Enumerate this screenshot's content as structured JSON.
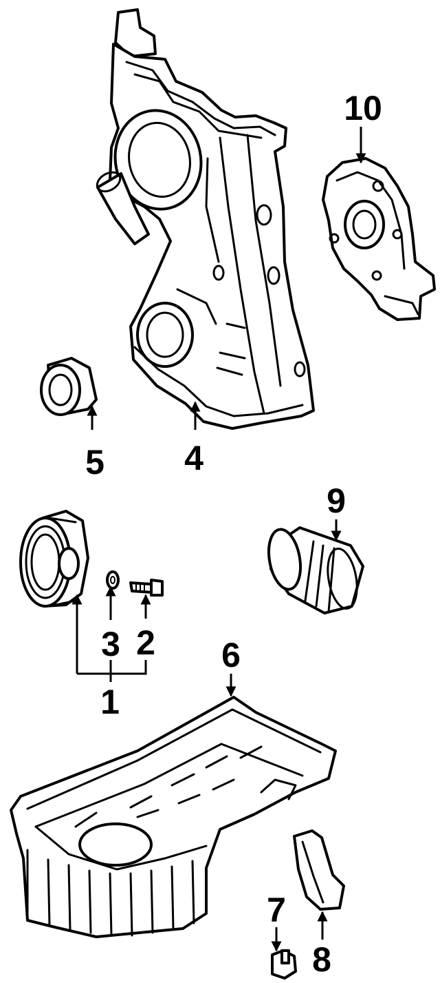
{
  "diagram": {
    "callouts": [
      {
        "id": "1",
        "label": "1",
        "part": "crankshaft pulley assembly"
      },
      {
        "id": "2",
        "label": "2",
        "part": "pulley bolt"
      },
      {
        "id": "3",
        "label": "3",
        "part": "washer"
      },
      {
        "id": "4",
        "label": "4",
        "part": "timing cover"
      },
      {
        "id": "5",
        "label": "5",
        "part": "front crankshaft seal"
      },
      {
        "id": "6",
        "label": "6",
        "part": "oil pan"
      },
      {
        "id": "7",
        "label": "7",
        "part": "drain plug"
      },
      {
        "id": "8",
        "label": "8",
        "part": "oil pump pickup"
      },
      {
        "id": "9",
        "label": "9",
        "part": "oil filter"
      },
      {
        "id": "10",
        "label": "10",
        "part": "rear main seal retainer"
      }
    ],
    "colors": {
      "line": "#000000",
      "background": "#ffffff"
    }
  }
}
